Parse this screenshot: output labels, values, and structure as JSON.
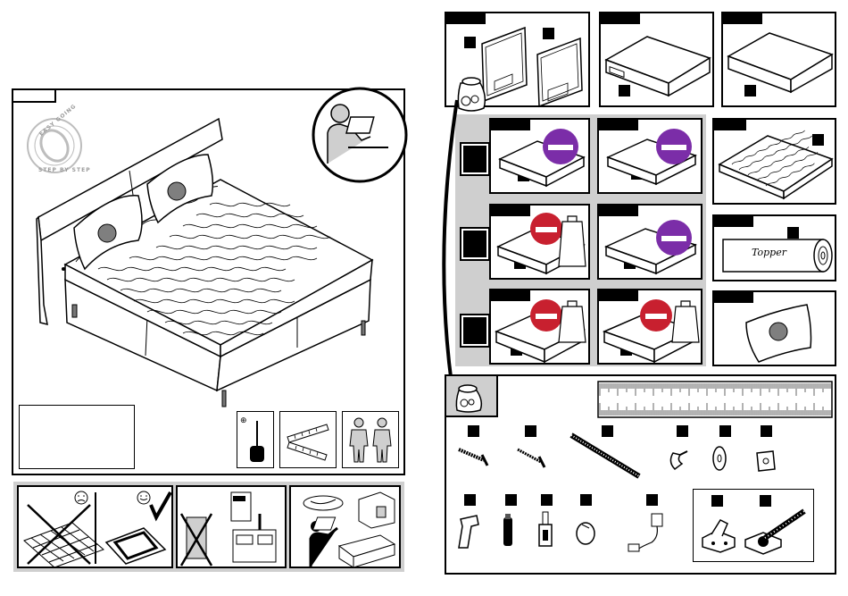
{
  "product_labels": {
    "topper": "Topper"
  },
  "stamp": {
    "top_text": "EASY GOING",
    "bottom_text": "STEP BY STEP"
  },
  "icons": {
    "tools": [
      "screwdriver-icon",
      "folding-ruler-icon",
      "two-persons-icon"
    ],
    "assembly_hints": [
      "no-sharp-surface-icon",
      "protective-mat-icon",
      "no-dumping-icon",
      "recycling-icon",
      "return-to-shop-icon"
    ],
    "hardware": [
      "screw-icon",
      "screw-icon",
      "threaded-rod-icon",
      "clip-icon",
      "washer-icon",
      "square-plate-icon",
      "leg-bracket-icon",
      "foot-icon",
      "plate-bracket-icon",
      "ring-icon",
      "power-adapter-icon",
      "hinge-bracket-icon",
      "connector-bracket-icon"
    ]
  },
  "colors": {
    "panel_gray": "#cfcfcf",
    "seal_purple": "#7b2da8",
    "seal_red": "#c8202f",
    "pillow_dot": "#7f7f7f"
  }
}
